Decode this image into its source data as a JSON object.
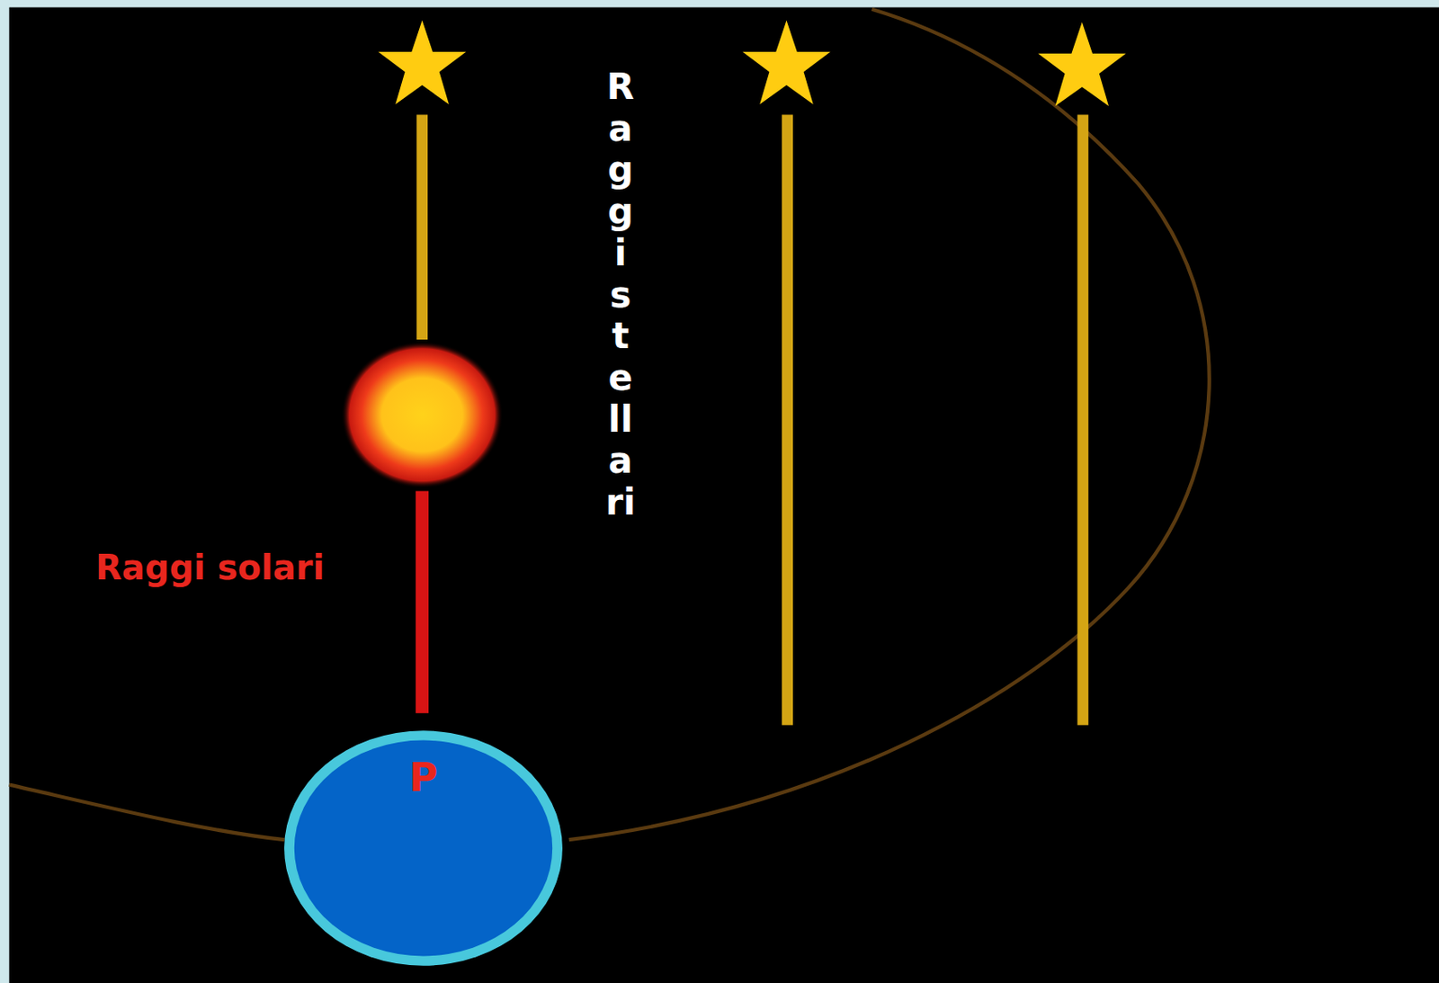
{
  "diagram": {
    "nodes": [
      {
        "text": [
          "P"
        ]
      }
    ],
    "labels": [
      "Raggi solari",
      "Raggi stellari"
    ]
  }
}
